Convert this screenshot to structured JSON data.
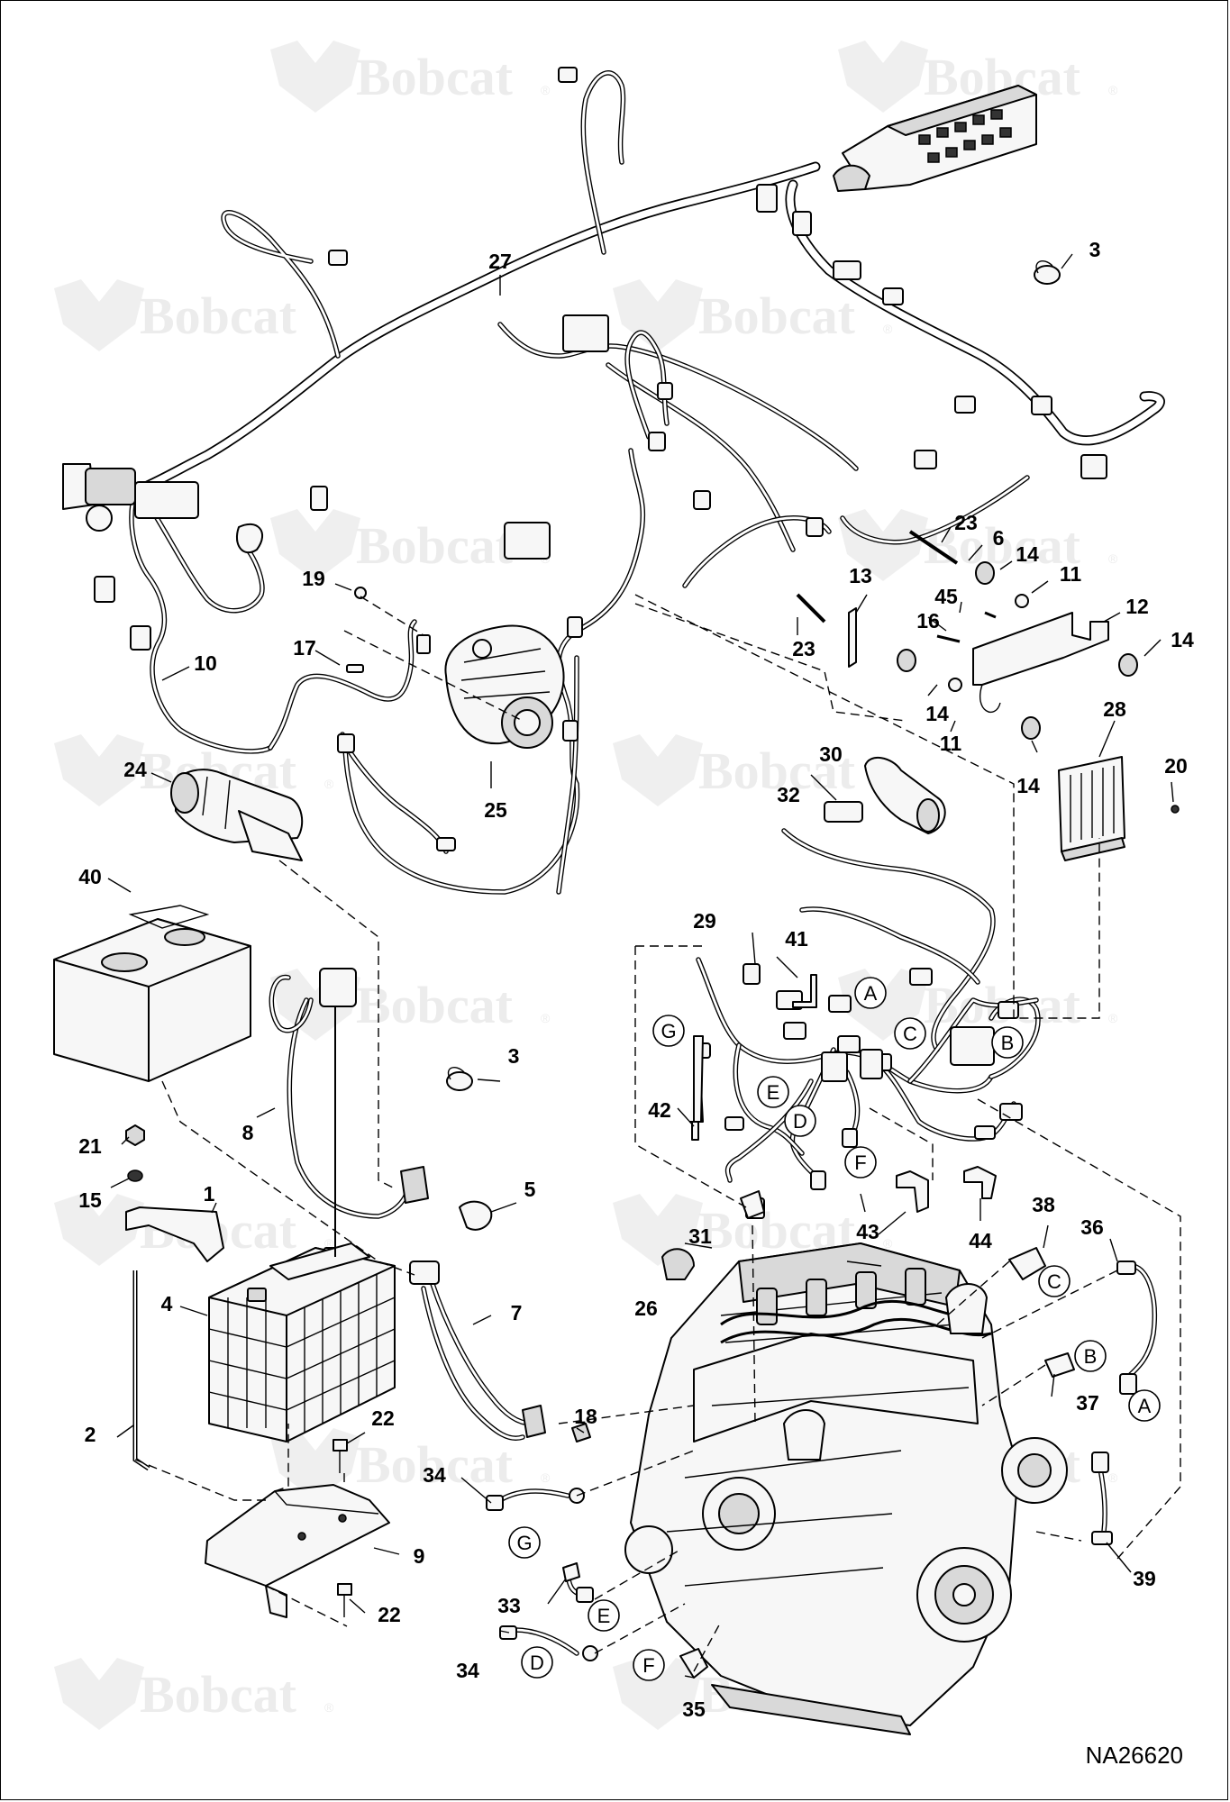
{
  "watermark": {
    "brand": "Bobcat",
    "registered": "®"
  },
  "figure_id": "NA26620",
  "callouts": [
    {
      "id": "c1",
      "label": "1"
    },
    {
      "id": "c2",
      "label": "2"
    },
    {
      "id": "c3a",
      "label": "3"
    },
    {
      "id": "c3b",
      "label": "3"
    },
    {
      "id": "c4",
      "label": "4"
    },
    {
      "id": "c5",
      "label": "5"
    },
    {
      "id": "c6",
      "label": "6"
    },
    {
      "id": "c7",
      "label": "7"
    },
    {
      "id": "c8",
      "label": "8"
    },
    {
      "id": "c9",
      "label": "9"
    },
    {
      "id": "c10",
      "label": "10"
    },
    {
      "id": "c11a",
      "label": "11"
    },
    {
      "id": "c11b",
      "label": "11"
    },
    {
      "id": "c12",
      "label": "12"
    },
    {
      "id": "c13",
      "label": "13"
    },
    {
      "id": "c14a",
      "label": "14"
    },
    {
      "id": "c14b",
      "label": "14"
    },
    {
      "id": "c14c",
      "label": "14"
    },
    {
      "id": "c14d",
      "label": "14"
    },
    {
      "id": "c15",
      "label": "15"
    },
    {
      "id": "c16",
      "label": "16"
    },
    {
      "id": "c17",
      "label": "17"
    },
    {
      "id": "c18",
      "label": "18"
    },
    {
      "id": "c19",
      "label": "19"
    },
    {
      "id": "c20",
      "label": "20"
    },
    {
      "id": "c21",
      "label": "21"
    },
    {
      "id": "c22a",
      "label": "22"
    },
    {
      "id": "c22b",
      "label": "22"
    },
    {
      "id": "c23a",
      "label": "23"
    },
    {
      "id": "c23b",
      "label": "23"
    },
    {
      "id": "c24",
      "label": "24"
    },
    {
      "id": "c25",
      "label": "25"
    },
    {
      "id": "c26",
      "label": "26"
    },
    {
      "id": "c27",
      "label": "27"
    },
    {
      "id": "c28",
      "label": "28"
    },
    {
      "id": "c29",
      "label": "29"
    },
    {
      "id": "c30",
      "label": "30"
    },
    {
      "id": "c31",
      "label": "31"
    },
    {
      "id": "c32",
      "label": "32"
    },
    {
      "id": "c33",
      "label": "33"
    },
    {
      "id": "c34a",
      "label": "34"
    },
    {
      "id": "c34b",
      "label": "34"
    },
    {
      "id": "c35",
      "label": "35"
    },
    {
      "id": "c36",
      "label": "36"
    },
    {
      "id": "c37",
      "label": "37"
    },
    {
      "id": "c38",
      "label": "38"
    },
    {
      "id": "c39",
      "label": "39"
    },
    {
      "id": "c40",
      "label": "40"
    },
    {
      "id": "c41",
      "label": "41"
    },
    {
      "id": "c42",
      "label": "42"
    },
    {
      "id": "c43",
      "label": "43"
    },
    {
      "id": "c44",
      "label": "44"
    },
    {
      "id": "c45",
      "label": "45"
    }
  ],
  "connection_refs": [
    {
      "id": "rA1",
      "label": "A"
    },
    {
      "id": "rA2",
      "label": "A"
    },
    {
      "id": "rB1",
      "label": "B"
    },
    {
      "id": "rB2",
      "label": "B"
    },
    {
      "id": "rC1",
      "label": "C"
    },
    {
      "id": "rC2",
      "label": "C"
    },
    {
      "id": "rD1",
      "label": "D"
    },
    {
      "id": "rD2",
      "label": "D"
    },
    {
      "id": "rE1",
      "label": "E"
    },
    {
      "id": "rE2",
      "label": "E"
    },
    {
      "id": "rF1",
      "label": "F"
    },
    {
      "id": "rF2",
      "label": "F"
    },
    {
      "id": "rG1",
      "label": "G"
    },
    {
      "id": "rG2",
      "label": "G"
    }
  ]
}
